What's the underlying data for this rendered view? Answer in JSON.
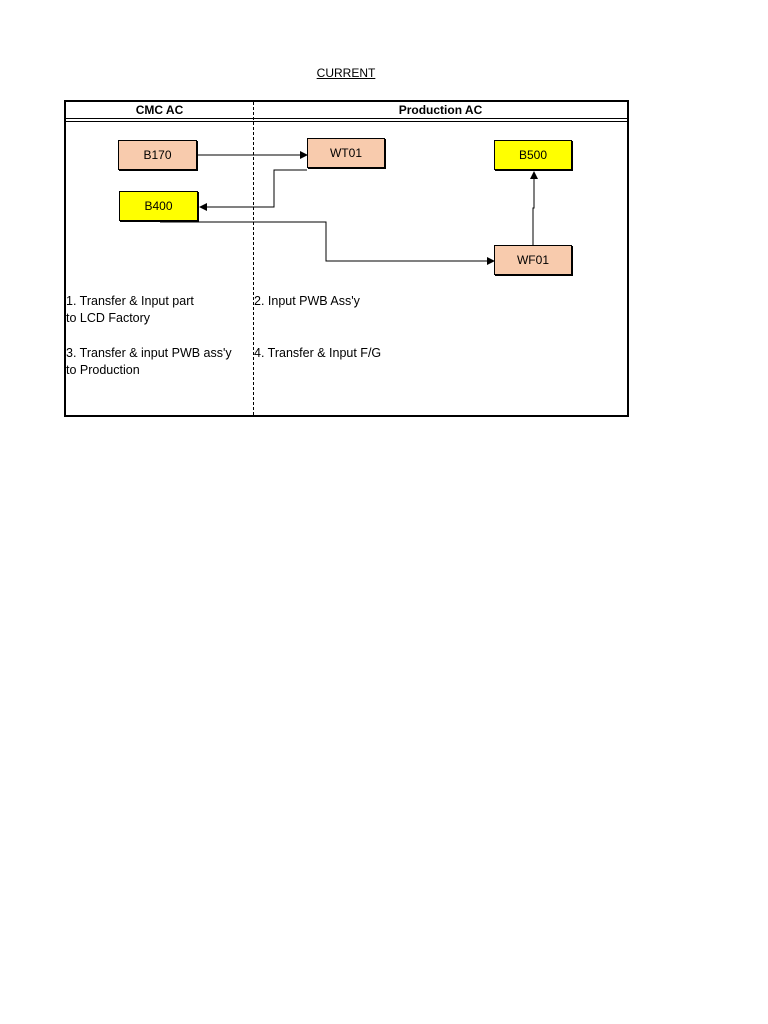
{
  "title": "CURRENT",
  "lanes": {
    "left": "CMC AC",
    "right": "Production AC"
  },
  "nodes": {
    "b170": {
      "label": "B170",
      "color": "#f8cbad"
    },
    "wt01": {
      "label": "WT01",
      "color": "#f8cbad"
    },
    "b500": {
      "label": "B500",
      "color": "#ffff00"
    },
    "b400": {
      "label": "B400",
      "color": "#ffff00"
    },
    "wf01": {
      "label": "WF01",
      "color": "#f8cbad"
    }
  },
  "notes": {
    "step1": "1. Transfer & Input part\nto LCD Factory",
    "step2": "2. Input PWB Ass'y",
    "step3": "3. Transfer & input PWB ass'y\nto Production",
    "step4": "4. Transfer & Input F/G"
  }
}
